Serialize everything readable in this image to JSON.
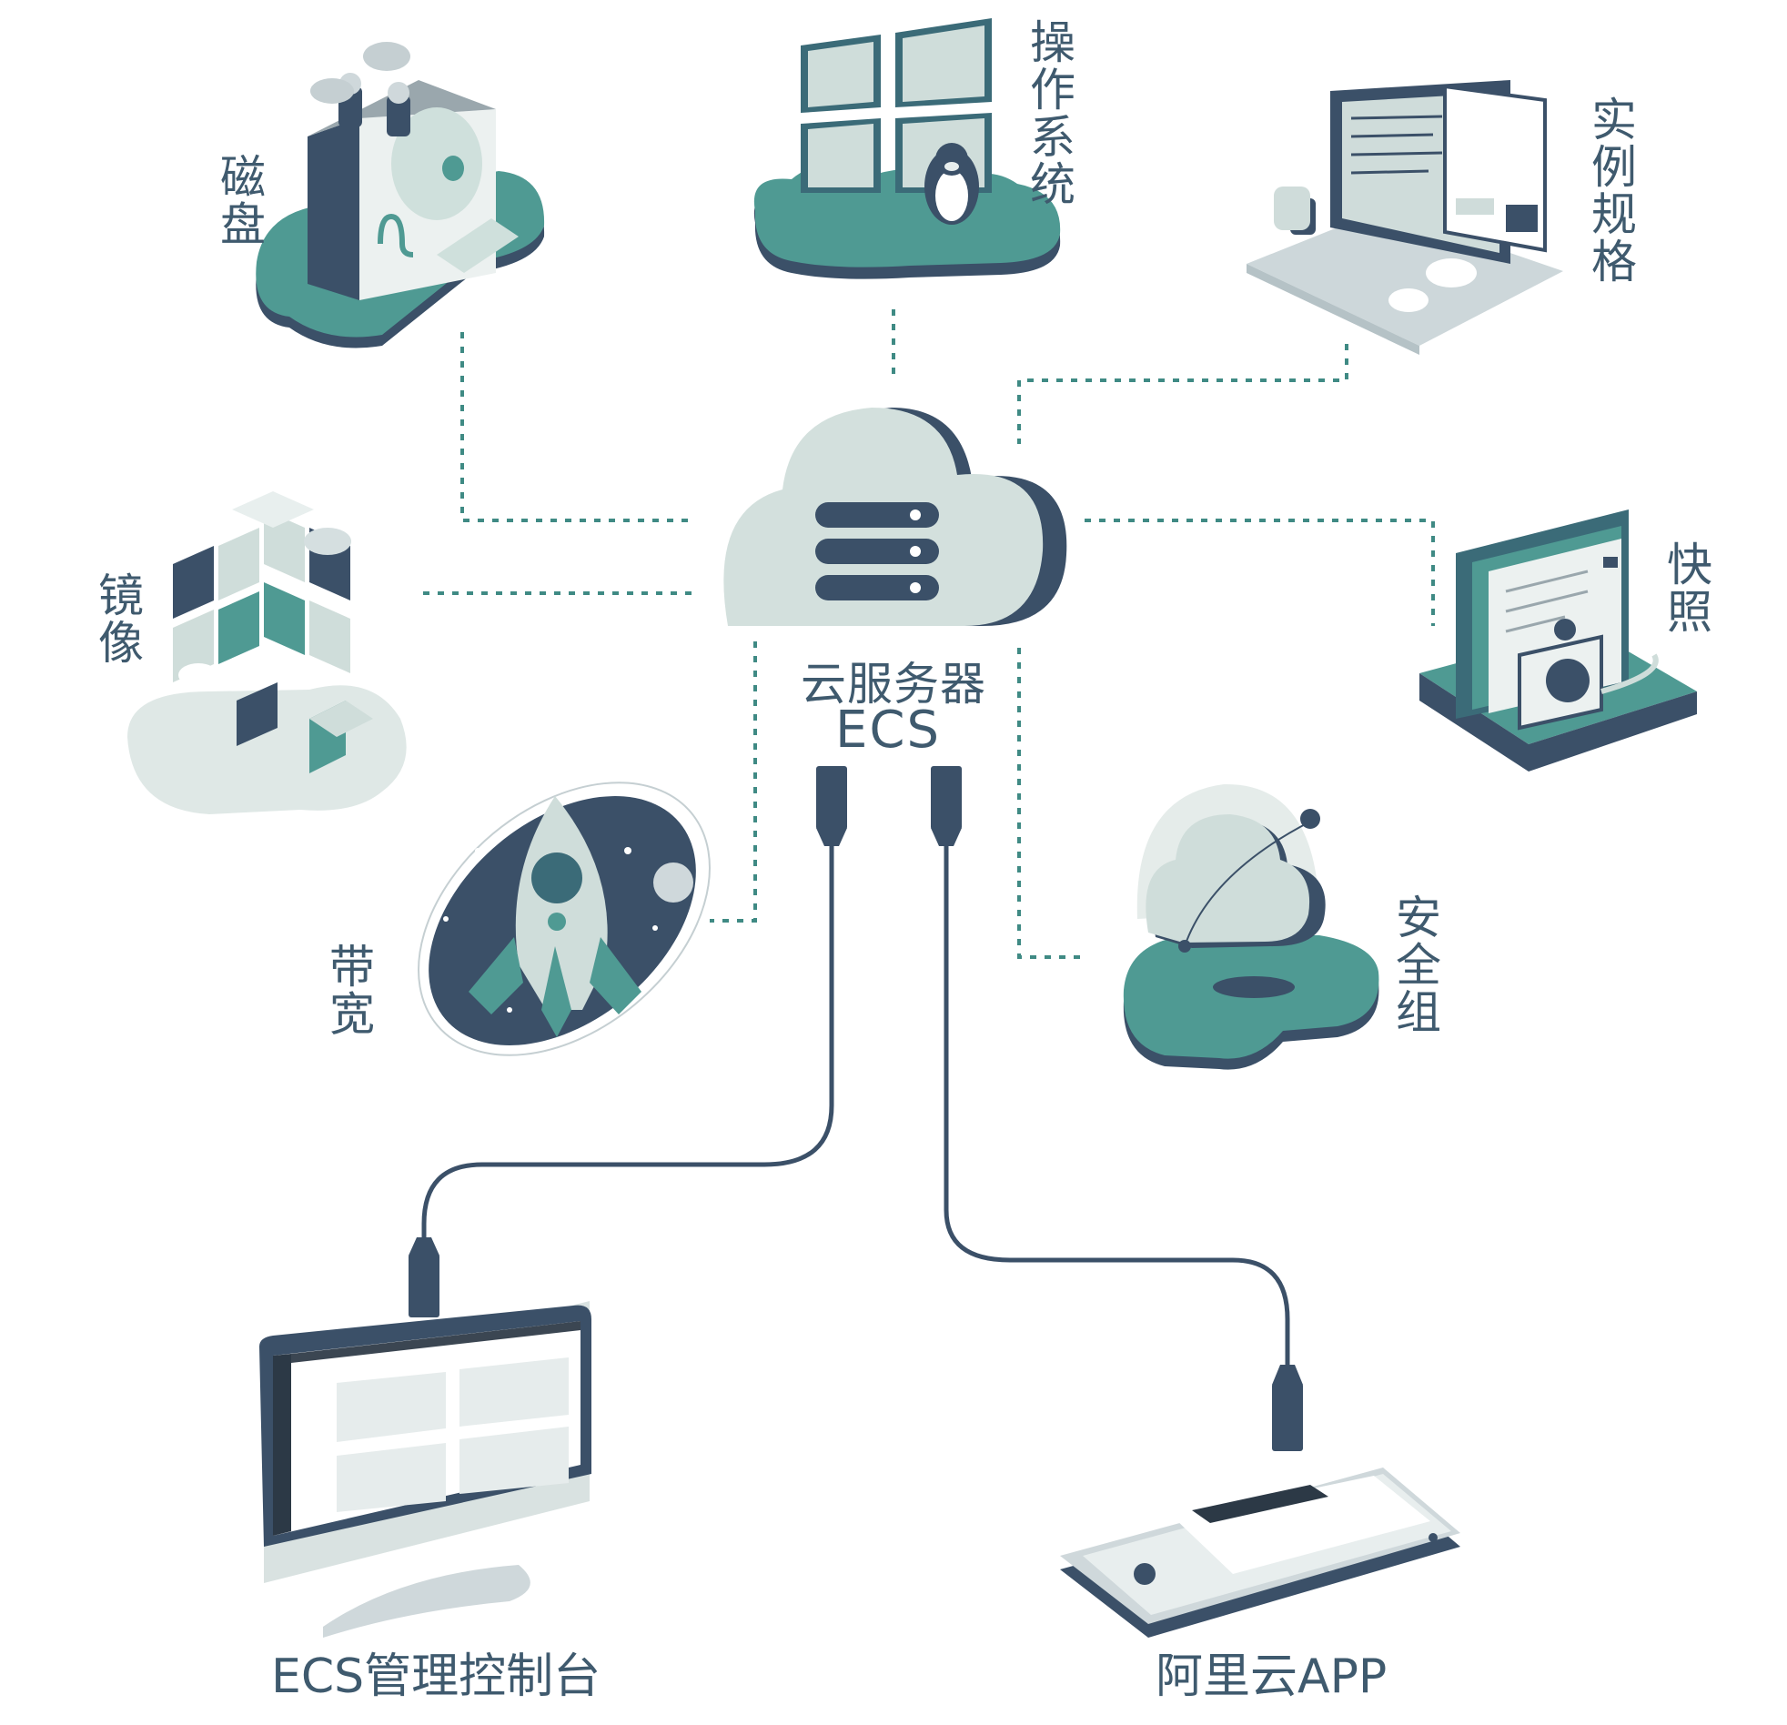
{
  "center": {
    "title_cn": "云服务器",
    "title_en": "ECS"
  },
  "components": {
    "disk": "磁盘",
    "os": "操作系统",
    "instance": "实例规格",
    "image": "镜像",
    "snapshot": "快照",
    "bandwidth": "带宽",
    "security": "安全组"
  },
  "clients": {
    "console": "ECS管理控制台",
    "app": "阿里云APP"
  },
  "colors": {
    "navy": "#3b5068",
    "teal": "#4f9a93",
    "teal_dark": "#3f7f7a",
    "light": "#d5e2df",
    "dots": "#3f8a84"
  }
}
